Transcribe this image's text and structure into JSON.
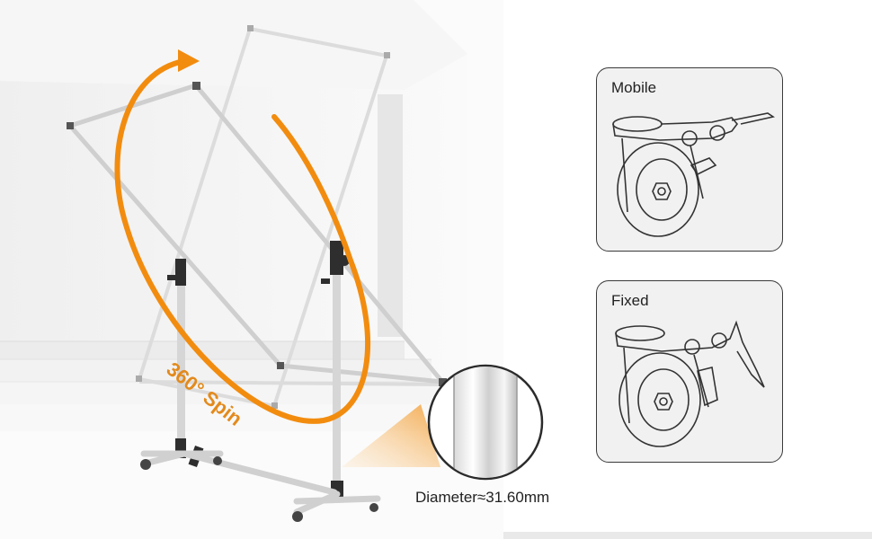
{
  "spin_label": "360° Spin",
  "diameter_caption": "Diameter≈31.60mm",
  "cards": {
    "mobile": {
      "title": "Mobile"
    },
    "fixed": {
      "title": "Fixed"
    }
  },
  "colors": {
    "accent": "#f28c0f",
    "frame": "#cfcfcf",
    "card_bg": "#f1f1f1",
    "card_border": "#3a3a3a"
  }
}
